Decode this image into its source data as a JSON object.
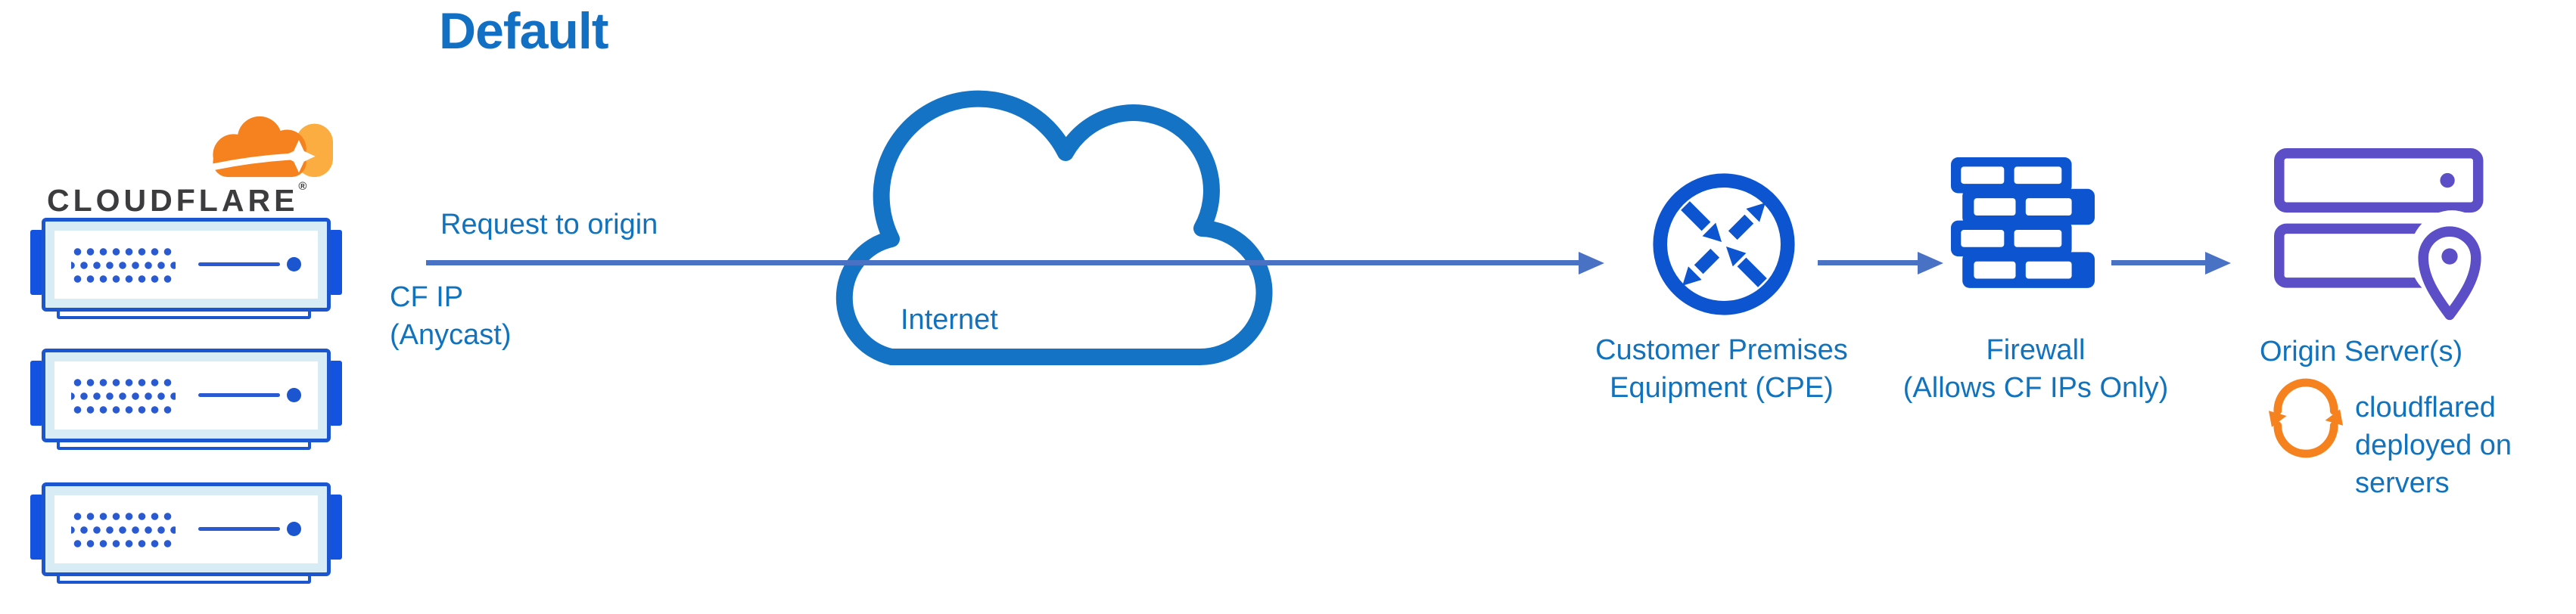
{
  "diagram_title": "Default",
  "cloudflare_logo": {
    "wordmark": "CLOUDFLARE",
    "registered_mark": "®"
  },
  "flow": {
    "request_label": "Request to origin",
    "cf_ip_line1": "CF IP",
    "cf_ip_line2": "(Anycast)",
    "internet_label": "Internet",
    "cpe_label_line1": "Customer Premises",
    "cpe_label_line2": "Equipment (CPE)",
    "firewall_label_line1": "Firewall",
    "firewall_label_line2": "(Allows CF IPs Only)",
    "origin_label": "Origin Server(s)",
    "cloudflared_line1": "cloudflared",
    "cloudflared_line2": "deployed on",
    "cloudflared_line3": "servers"
  },
  "icons": {
    "cloudflare-cloud-icon": "orange cloudflare cloud logo",
    "edge-server-icon": "blue rack server (x3 stacked)",
    "internet-cloud-icon": "blue outlined cloud",
    "router-icon": "circle with four diagonal arrows (CPE)",
    "firewall-icon": "blue brick wall",
    "origin-servers-icon": "purple stacked servers with location pin",
    "sync-icon": "orange circular arrows"
  },
  "colors": {
    "title_blue": "#1270c4",
    "text_blue": "#1173bd",
    "icon_blue": "#0d55d0",
    "cloud_blue": "#1573c6",
    "arrow_blue": "#4a72c4",
    "server_border": "#1b55cf",
    "server_fill": "#d8ecf6",
    "tab_blue": "#1452e0",
    "dot_blue": "#2a5ad2",
    "purple": "#5b4ec6",
    "orange": "#f6821f",
    "orange_light": "#fbad41",
    "wordmark_dark": "#3c3c3e"
  }
}
